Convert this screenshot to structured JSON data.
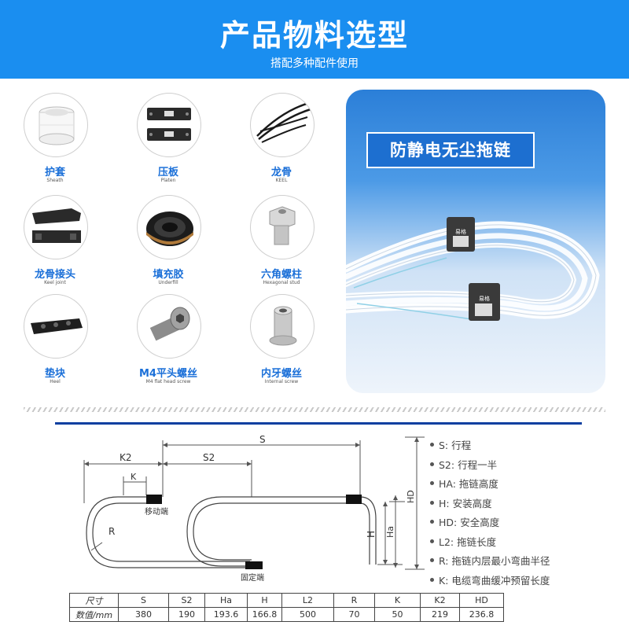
{
  "header": {
    "title": "产品物料选型",
    "subtitle": "搭配多种配件使用",
    "bg_color": "#1a8ef0"
  },
  "parts": [
    {
      "zh": "护套",
      "en": "Sheath",
      "icon": "sheath-icon"
    },
    {
      "zh": "压板",
      "en": "Platen",
      "icon": "platen-icon"
    },
    {
      "zh": "龙骨",
      "en": "KEEL",
      "icon": "keel-icon"
    },
    {
      "zh": "龙骨接头",
      "en": "Keel joint",
      "icon": "keel-joint-icon"
    },
    {
      "zh": "填充胶",
      "en": "Underfill",
      "icon": "underfill-icon"
    },
    {
      "zh": "六角螺柱",
      "en": "Hexagonal stud",
      "icon": "hex-stud-icon"
    },
    {
      "zh": "垫块",
      "en": "Heel",
      "icon": "heel-icon"
    },
    {
      "zh": "M4平头螺丝",
      "en": "M4 flat head screw",
      "icon": "flat-head-screw-icon"
    },
    {
      "zh": "内牙螺丝",
      "en": "Internal screw",
      "icon": "internal-screw-icon"
    }
  ],
  "product": {
    "label": "防静电无尘拖链",
    "bracket_text": "易格"
  },
  "diagram": {
    "labels": {
      "S": "S",
      "S2": "S2",
      "K2": "K2",
      "K": "K",
      "R": "R",
      "H": "H",
      "Ha": "Ha",
      "HD": "HD",
      "moving_end": "移动端",
      "fixed_end": "固定端"
    }
  },
  "legend": [
    "S: 行程",
    "S2: 行程一半",
    "HA: 拖链高度",
    "H: 安装高度",
    "HD: 安全高度",
    "L2: 拖链长度",
    "R: 拖链内层最小弯曲半径",
    "K: 电缆弯曲缓冲预留长度"
  ],
  "spec_table": {
    "header_label": "尺寸",
    "value_label": "数值/mm",
    "columns": [
      "S",
      "S2",
      "Ha",
      "H",
      "L2",
      "R",
      "K",
      "K2",
      "HD"
    ],
    "values": [
      "380",
      "190",
      "193.6",
      "166.8",
      "500",
      "70",
      "50",
      "219",
      "236.8"
    ]
  }
}
